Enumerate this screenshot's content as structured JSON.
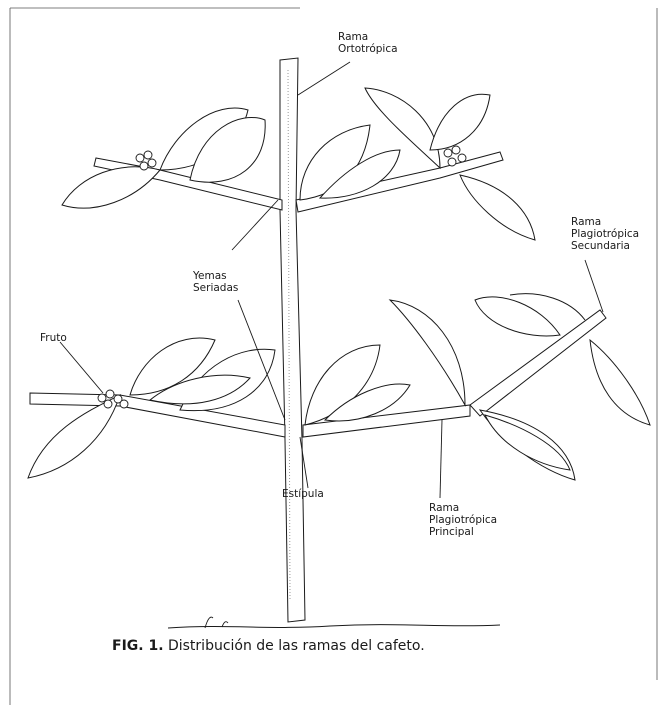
{
  "labels": {
    "rama_ortotropica": "Rama\nOrtotrópica",
    "rama_plagiotropica_secundaria": "Rama\nPlagiotrópica\nSecundaria",
    "yemas_seriadas": "Yemas\nSeriadas",
    "fruto": "Fruto",
    "estipula": "Estípula",
    "rama_plagiotropica_principal": "Rama\nPlagiotrópica\nPrincipal"
  },
  "caption": {
    "prefix": "FIG. 1.",
    "text": " Distribución de las ramas del cafeto."
  },
  "colors": {
    "ink": "#1a1a1a",
    "paper": "#ffffff"
  }
}
